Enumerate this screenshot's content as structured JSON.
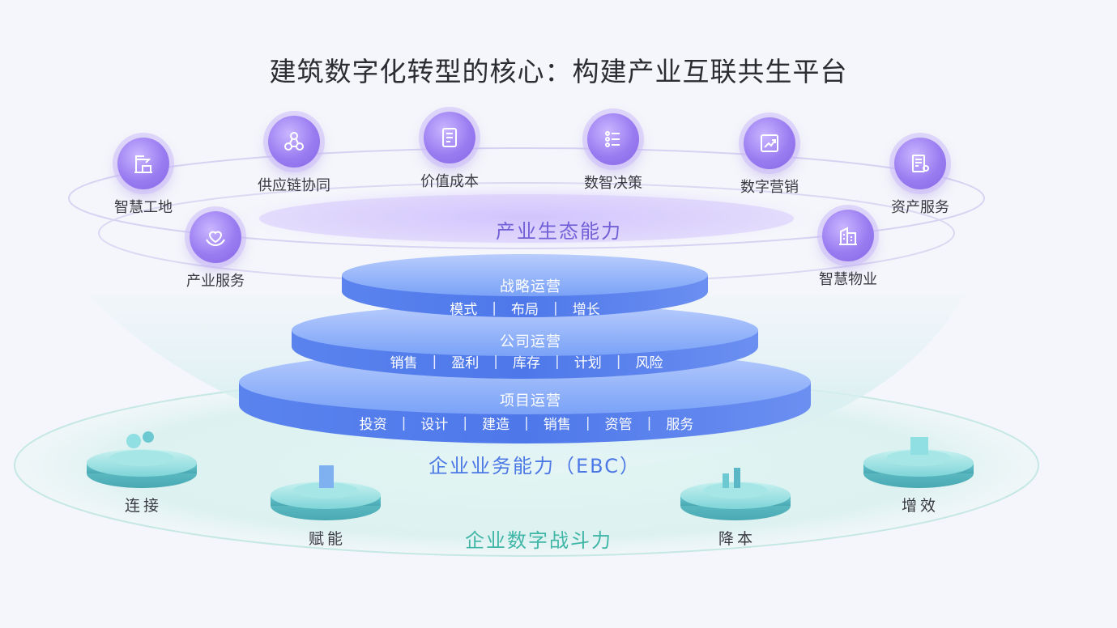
{
  "title": "建筑数字化转型的核心：构建产业互联共生平台",
  "ecosystem": {
    "label": "产业生态能力",
    "items": [
      {
        "label": "智慧工地",
        "icon": "crane-icon"
      },
      {
        "label": "供应链协同",
        "icon": "network-icon"
      },
      {
        "label": "价值成本",
        "icon": "document-cost-icon"
      },
      {
        "label": "数智决策",
        "icon": "list-settings-icon"
      },
      {
        "label": "数字营销",
        "icon": "trend-chart-icon"
      },
      {
        "label": "资产服务",
        "icon": "asset-gear-icon"
      },
      {
        "label": "产业服务",
        "icon": "heart-hands-icon"
      },
      {
        "label": "智慧物业",
        "icon": "building-icon"
      }
    ]
  },
  "ebc": {
    "label": "企业业务能力（EBC）",
    "tiers": [
      {
        "title": "战略运营",
        "items": [
          "模式",
          "布局",
          "增长"
        ]
      },
      {
        "title": "公司运营",
        "items": [
          "销售",
          "盈利",
          "库存",
          "计划",
          "风险"
        ]
      },
      {
        "title": "项目运营",
        "items": [
          "投资",
          "设计",
          "建造",
          "销售",
          "资管",
          "服务"
        ]
      }
    ]
  },
  "fight": {
    "label": "企业数字战斗力",
    "items": [
      "连接",
      "赋能",
      "降本",
      "增效"
    ]
  },
  "colors": {
    "purple": "#8a6ae8",
    "blue": "#4c78e6",
    "teal": "#3fb6a6"
  }
}
